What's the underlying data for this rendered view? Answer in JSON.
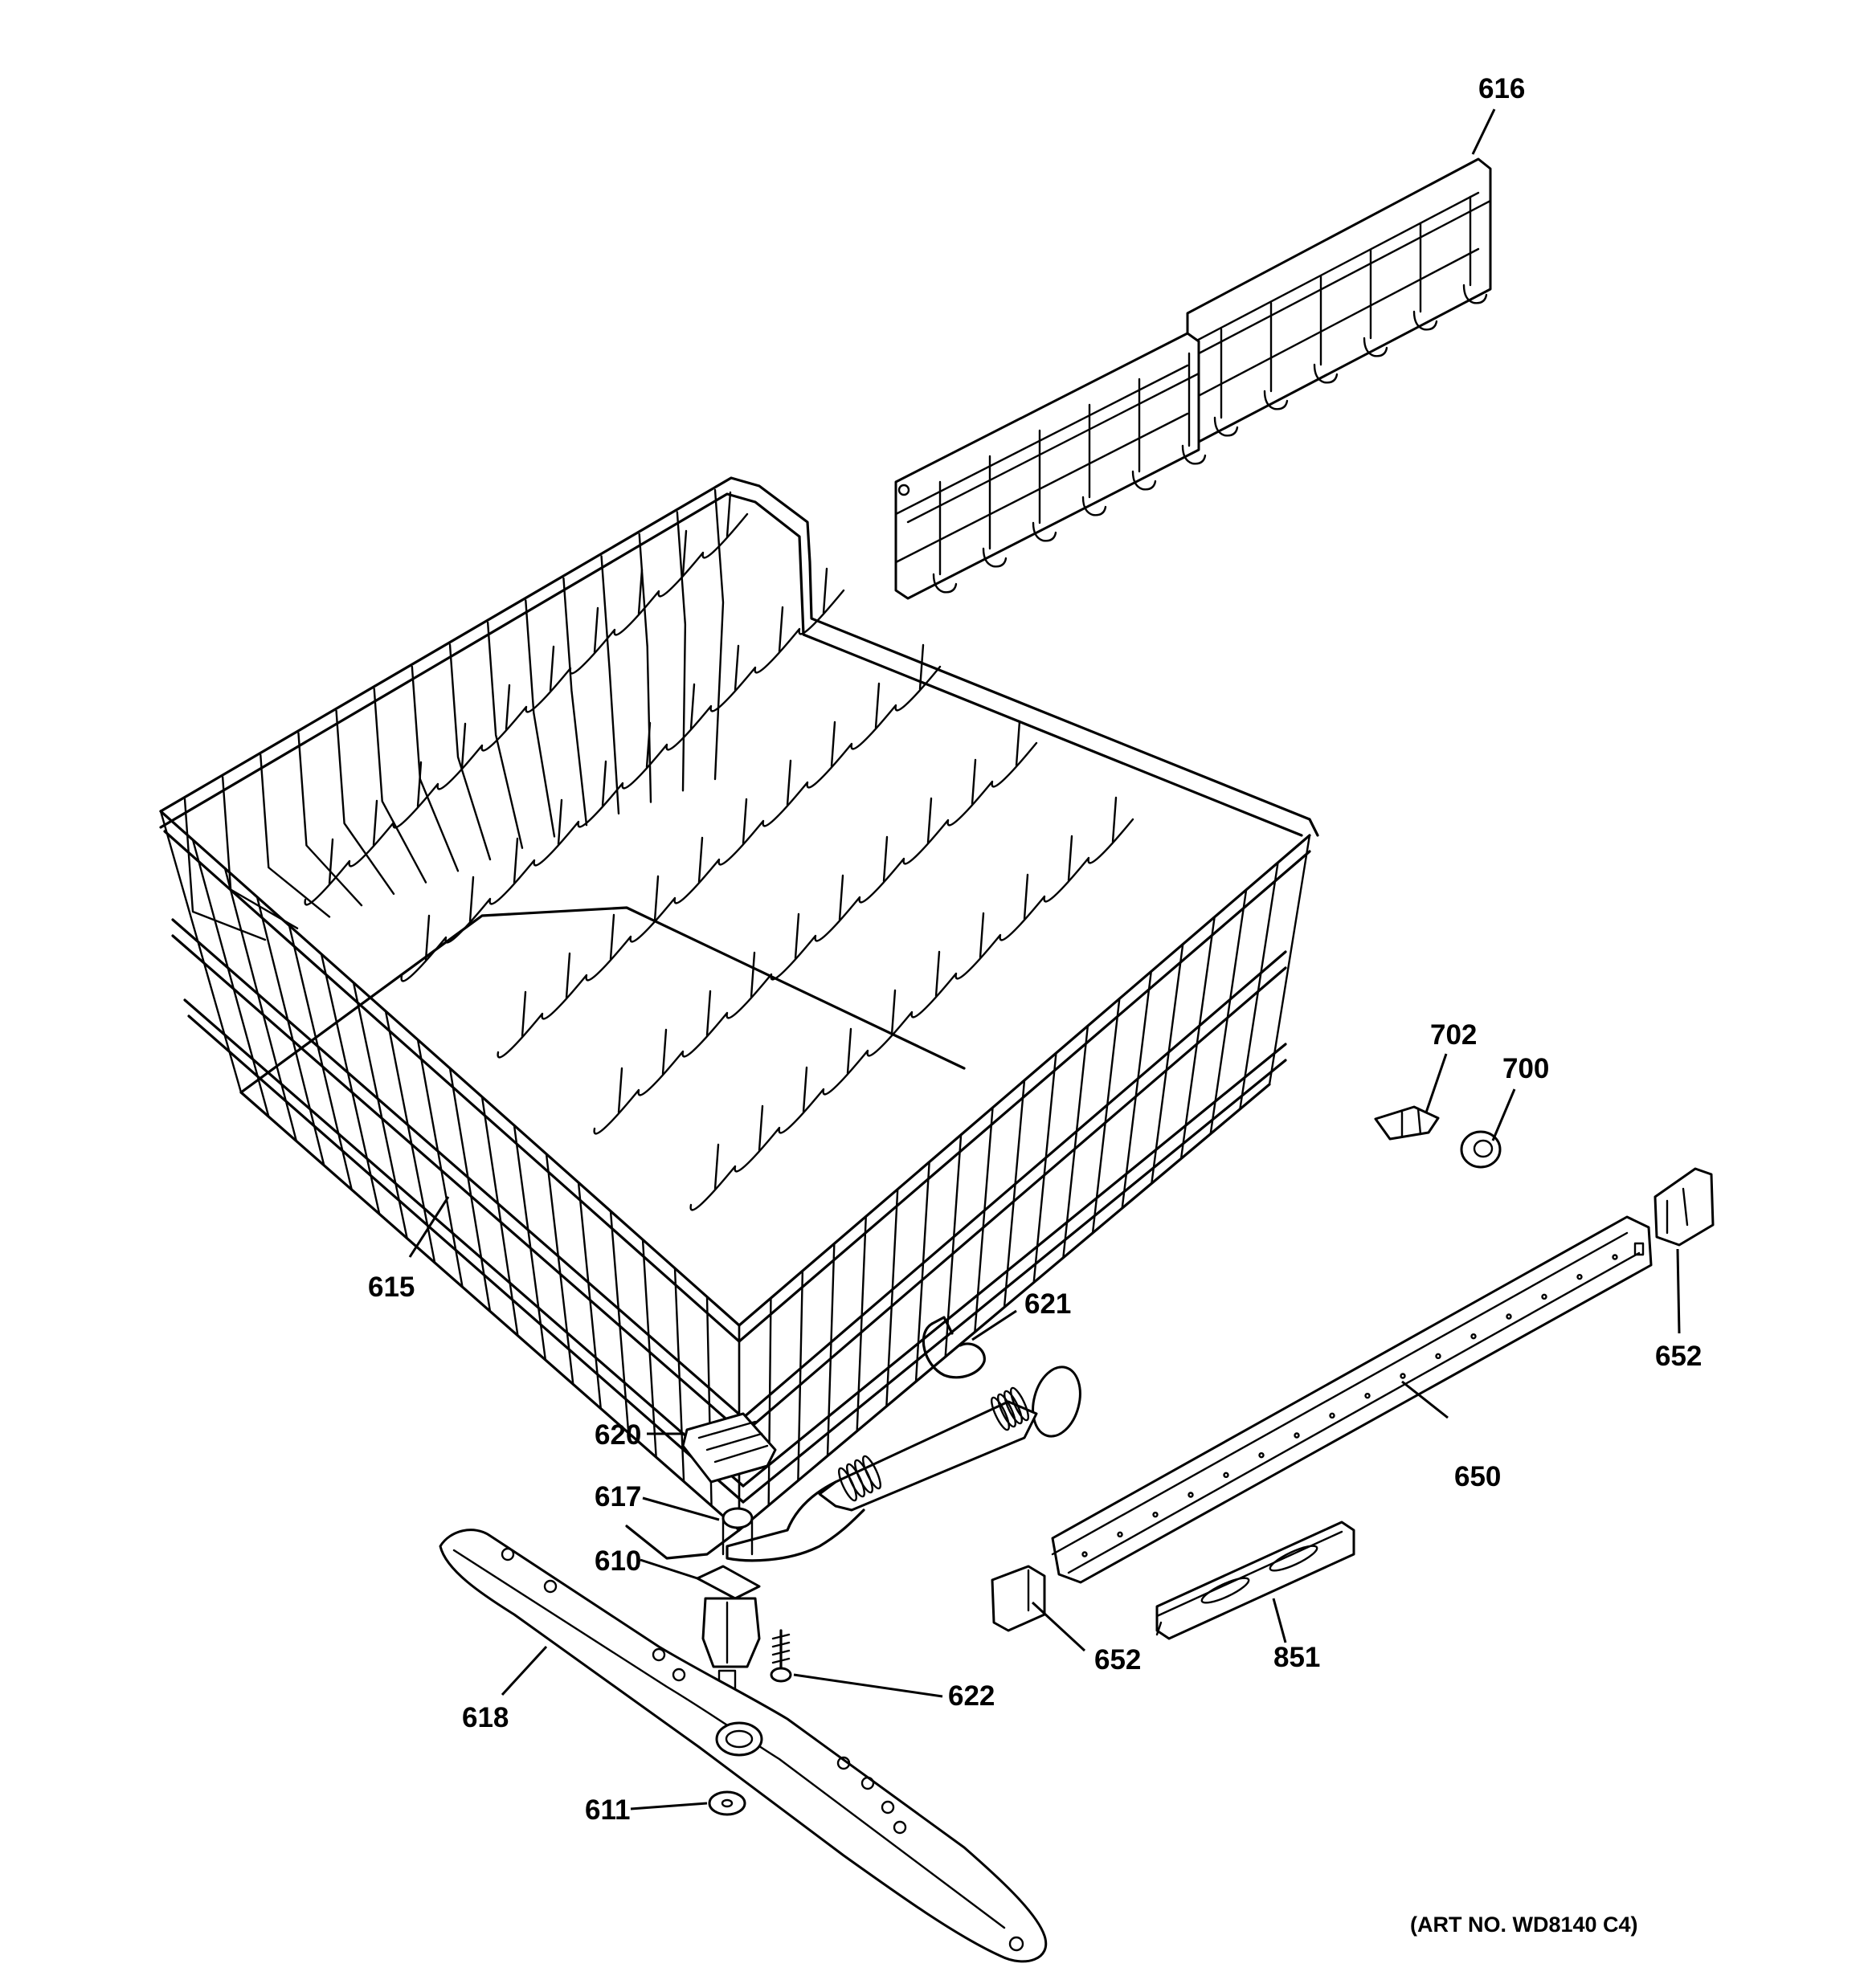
{
  "callouts": {
    "c616": "616",
    "c615": "615",
    "c702": "702",
    "c700": "700",
    "c621": "621",
    "c652a": "652",
    "c620": "620",
    "c650": "650",
    "c617": "617",
    "c610": "610",
    "c652b": "652",
    "c851": "851",
    "c622": "622",
    "c618": "618",
    "c611": "611"
  },
  "art_number": "(ART NO. WD8140 C4)"
}
